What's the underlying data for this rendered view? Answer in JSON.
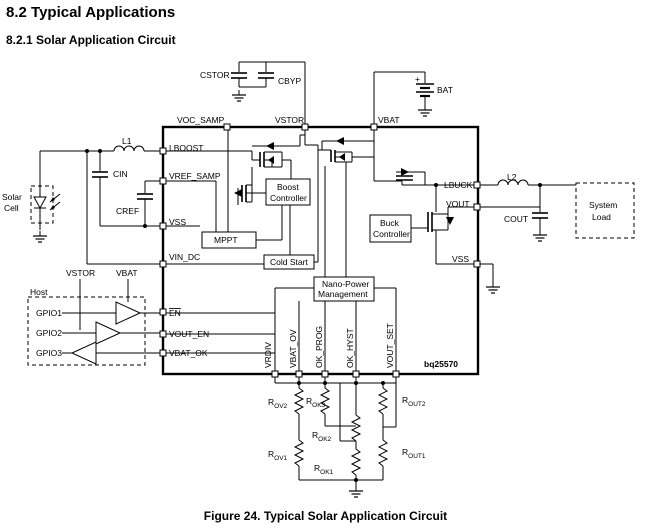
{
  "header": {
    "section_title": "8.2  Typical Applications",
    "subsection_title": "8.2.1  Solar Application Circuit"
  },
  "diagram": {
    "chip_name": "bq25570",
    "pins": {
      "voc_samp": "VOC_SAMP",
      "vstor": "VSTOR",
      "vbat": "VBAT",
      "lboost": "LBOOST",
      "vref_samp": "VREF_SAMP",
      "vss_left": "VSS",
      "vin_dc": "VIN_DC",
      "en": "EN",
      "vout_en": "VOUT_EN",
      "vbat_ok": "VBAT_OK",
      "lbuck": "LBUCK",
      "vout": "VOUT",
      "vss_right": "VSS",
      "vrdiv": "VRDIV",
      "vbat_ov": "VBAT_OV",
      "ok_prog": "OK_PROG",
      "ok_hyst": "OK_HYST",
      "vout_set": "VOUT_SET"
    },
    "blocks": {
      "boost": [
        "Boost",
        "Controller"
      ],
      "buck": [
        "Buck",
        "Controller"
      ],
      "mppt": "MPPT",
      "cold_start": "Cold Start",
      "nano_power": [
        "Nano-Power",
        "Management"
      ]
    },
    "components": {
      "cstor": "CSTOR",
      "cbyp": "CBYP",
      "bat": "BAT",
      "l1": "L1",
      "cin": "CIN",
      "cref": "CREF",
      "l2": "L2",
      "cout": "COUT",
      "solar_cell": [
        "Solar",
        "Cell"
      ],
      "system_load": [
        "System",
        "Load"
      ]
    },
    "host": {
      "title": "Host",
      "vstor": "VSTOR",
      "vbat": "VBAT",
      "gpio1": "GPIO1",
      "gpio2": "GPIO2",
      "gpio3": "GPIO3"
    },
    "resistors": {
      "rov2": {
        "main": "R",
        "sub": "OV2"
      },
      "rov1": {
        "main": "R",
        "sub": "OV1"
      },
      "rok3": {
        "main": "R",
        "sub": "OK3"
      },
      "rok2": {
        "main": "R",
        "sub": "OK2"
      },
      "rok1": {
        "main": "R",
        "sub": "OK1"
      },
      "rout2": {
        "main": "R",
        "sub": "OUT2"
      },
      "rout1": {
        "main": "R",
        "sub": "OUT1"
      }
    }
  },
  "caption": "Figure 24.  Typical Solar Application Circuit"
}
